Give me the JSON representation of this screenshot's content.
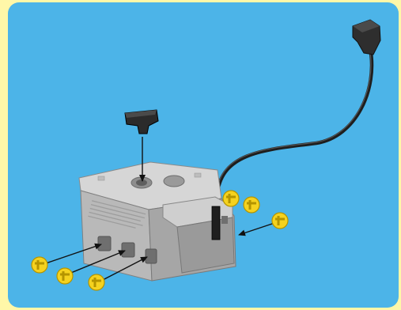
{
  "figure": {
    "type": "assembly-illustration",
    "components": [
      "battery-box",
      "cable-connector",
      "cable-clip",
      "axle-connector-pins"
    ],
    "pin_count": 6,
    "colors": {
      "frame": "#fff7a8",
      "background": "#4cb4e8",
      "case_light": "#c9c9c9",
      "case_mid": "#a9a9a9",
      "case_dark": "#8c8c8c",
      "pin_yellow": "#f5d21f",
      "cable": "#2a2a2a"
    }
  }
}
